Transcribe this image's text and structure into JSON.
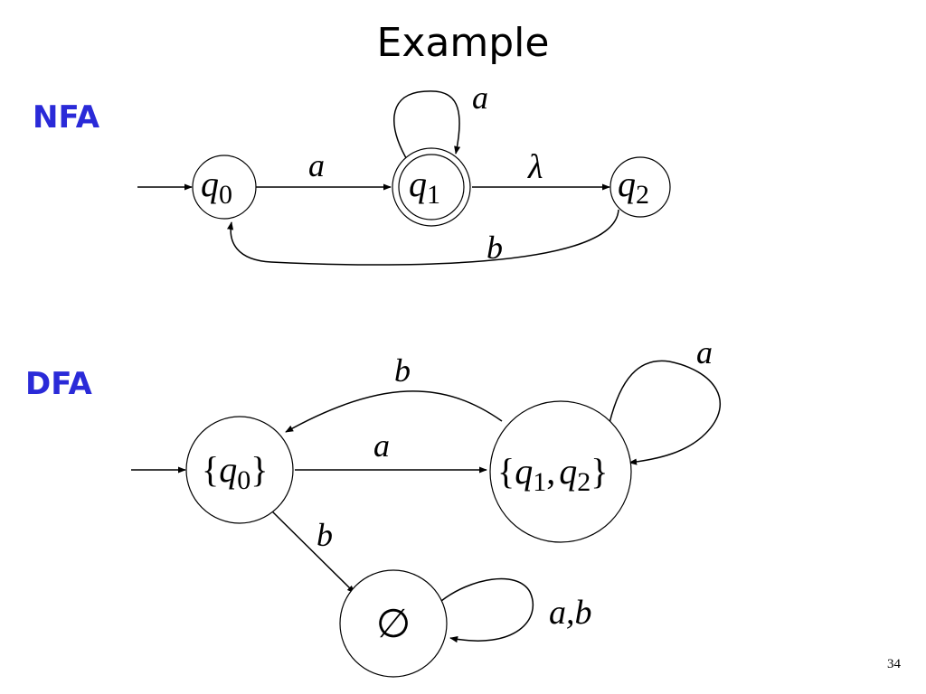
{
  "title": "Example",
  "nfa": {
    "label": "NFA",
    "states": {
      "q0": {
        "name": "q",
        "sub": "0"
      },
      "q1": {
        "name": "q",
        "sub": "1"
      },
      "q2": {
        "name": "q",
        "sub": "2"
      }
    },
    "edges": {
      "q0_q1": "a",
      "q1_loop": "a",
      "q1_q2": "λ",
      "q2_q0": "b"
    }
  },
  "dfa": {
    "label": "DFA",
    "states": {
      "s0": {
        "open": "{",
        "name": "q",
        "sub": "0",
        "close": "}"
      },
      "s12": {
        "open": "{",
        "name1": "q",
        "sub1": "1",
        "sep": ",",
        "name2": "q",
        "sub2": "2",
        "close": "}"
      },
      "empty": {
        "symbol": "∅"
      }
    },
    "edges": {
      "s0_s12": "a",
      "s12_s0": "b",
      "s12_loop": "a",
      "s0_empty": "b",
      "empty_loop": "a,b"
    }
  },
  "page_number": "34"
}
